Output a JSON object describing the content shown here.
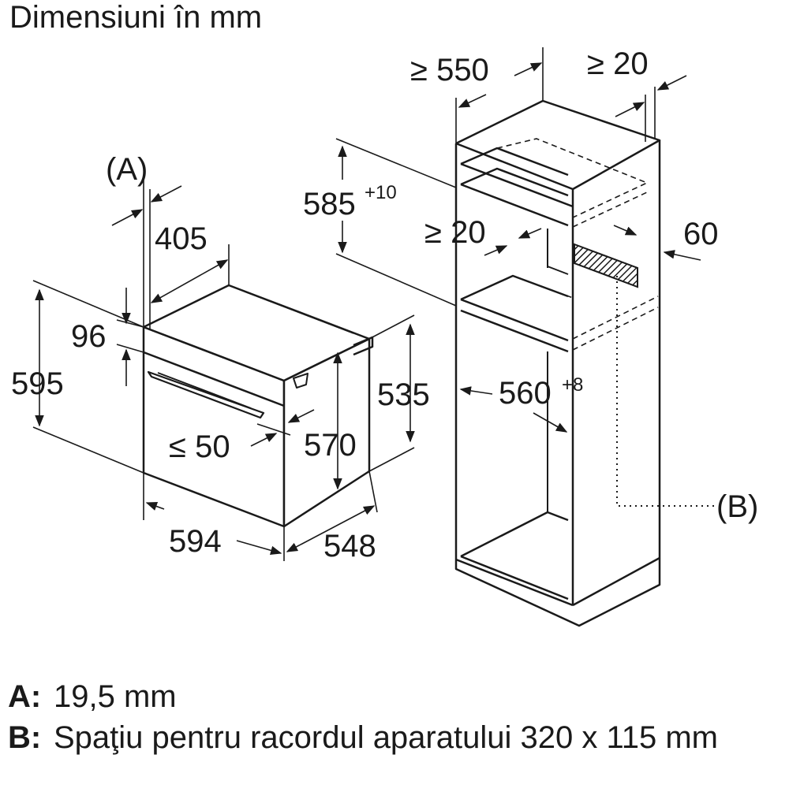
{
  "title": "Dimensiuni în mm",
  "labels": {
    "A": "(A)",
    "B": "(B)",
    "d405": "405",
    "d96": "96",
    "d595": "595",
    "d594": "594",
    "d548": "548",
    "d535": "535",
    "d570": "570",
    "d_le50": "≤ 50",
    "d_ge550": "≥ 550",
    "d_ge20_top": "≥ 20",
    "d585": "585",
    "d585_tol": "+10",
    "d_ge20_mid": "≥ 20",
    "d60": "60",
    "d560": "560",
    "d560_tol": "+8"
  },
  "legend": [
    {
      "key": "A:",
      "text": "19,5 mm"
    },
    {
      "key": "B:",
      "text": "Spaţiu pentru racordul aparatului 320 x 115 mm"
    }
  ]
}
